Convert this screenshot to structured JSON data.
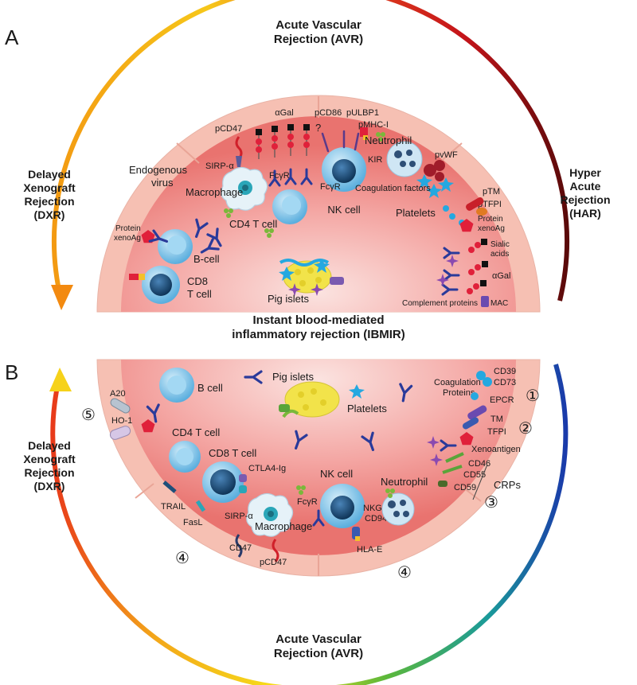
{
  "panels": {
    "a": {
      "letter": "A",
      "top_title_1": "Acute Vascular",
      "top_title_2": "Rejection (AVR)",
      "left_title": [
        "Delayed",
        "Xenograft",
        "Rejection",
        "(DXR)"
      ],
      "right_title": [
        "Hyper",
        "Acute",
        "Rejection",
        "(HAR)"
      ],
      "bottom_title_1": "Instant blood-mediated",
      "bottom_title_2": "inflammatory rejection (IBMIR)",
      "labels": {
        "agal_top": "αGal",
        "pcd47": "pCD47",
        "pcd86": "pCD86",
        "pulbp1": "pULBP1",
        "pmhc": "pMHC-I",
        "sirp": "SIRP-α",
        "fcgr1": "FcγR",
        "fcgr2": "FcγR",
        "kir": "KIR",
        "endogenous_1": "Endogenous",
        "endogenous_2": "virus",
        "macrophage": "Macrophage",
        "neutrophil": "Neutrophil",
        "pvwf": "pvWF",
        "coag": "Coagulation factors",
        "platelets": "Platelets",
        "ptm": "pTM",
        "ptfpi": "pTFPI",
        "nk": "NK cell",
        "cd4": "CD4 T cell",
        "protein_xeno_l1": "Protein",
        "protein_xeno_l2": "xenoAg",
        "protein_xeno_r1": "Protein",
        "protein_xeno_r2": "xenoAg",
        "sialic_1": "Sialic",
        "sialic_2": "acids",
        "agal_right": "αGal",
        "bcell": "B-cell",
        "cd8_1": "CD8",
        "cd8_2": "T cell",
        "islets": "Pig islets",
        "complement": "Complement proteins",
        "mac": "MAC"
      }
    },
    "b": {
      "letter": "B",
      "left_title": [
        "Delayed",
        "Xenograft",
        "Rejection",
        "(DXR)"
      ],
      "bottom_title_1": "Acute Vascular",
      "bottom_title_2": "Rejection (AVR)",
      "labels": {
        "bcell": "B cell",
        "islets": "Pig islets",
        "platelets": "Platelets",
        "coag_1": "Coagulation",
        "coag_2": "Proteins",
        "cd39": "CD39",
        "cd73": "CD73",
        "epcr": "EPCR",
        "tm": "TM",
        "tfpi": "TFPI",
        "xenoantigen": "Xenoantigen",
        "cd46": "CD46",
        "cd55": "CD55",
        "cd59": "CD59",
        "crps": "CRPs",
        "a20": "A20",
        "ho1": "HO-1",
        "cd4": "CD4 T cell",
        "cd8": "CD8 T cell",
        "ctla4": "CTLA4-Ig",
        "nk": "NK cell",
        "neutrophil": "Neutrophil",
        "fcgr": "FcγR",
        "nkg2a_1": "NKG2A/",
        "nkg2a_2": "CD94",
        "trail": "TRAIL",
        "fasl": "FasL",
        "sirp": "SIRP-α",
        "macrophage": "Macrophage",
        "cd47": "CD47",
        "pcd47": "pCD47",
        "hlae": "HLA-E"
      },
      "numbers": {
        "n1": "①",
        "n2": "②",
        "n3": "③",
        "n4a": "④",
        "n4b": "④",
        "n5": "⑤"
      }
    }
  },
  "colors": {
    "vessel_inner": "#f29a9a",
    "vessel_band": "#f6c0b3",
    "cell_blue": "#7cc6ec",
    "nucleus": "#1f4f7a",
    "antibody": "#2a3a9a",
    "xeno_red": "#e0203a",
    "islet_yellow": "#f2e34a"
  }
}
